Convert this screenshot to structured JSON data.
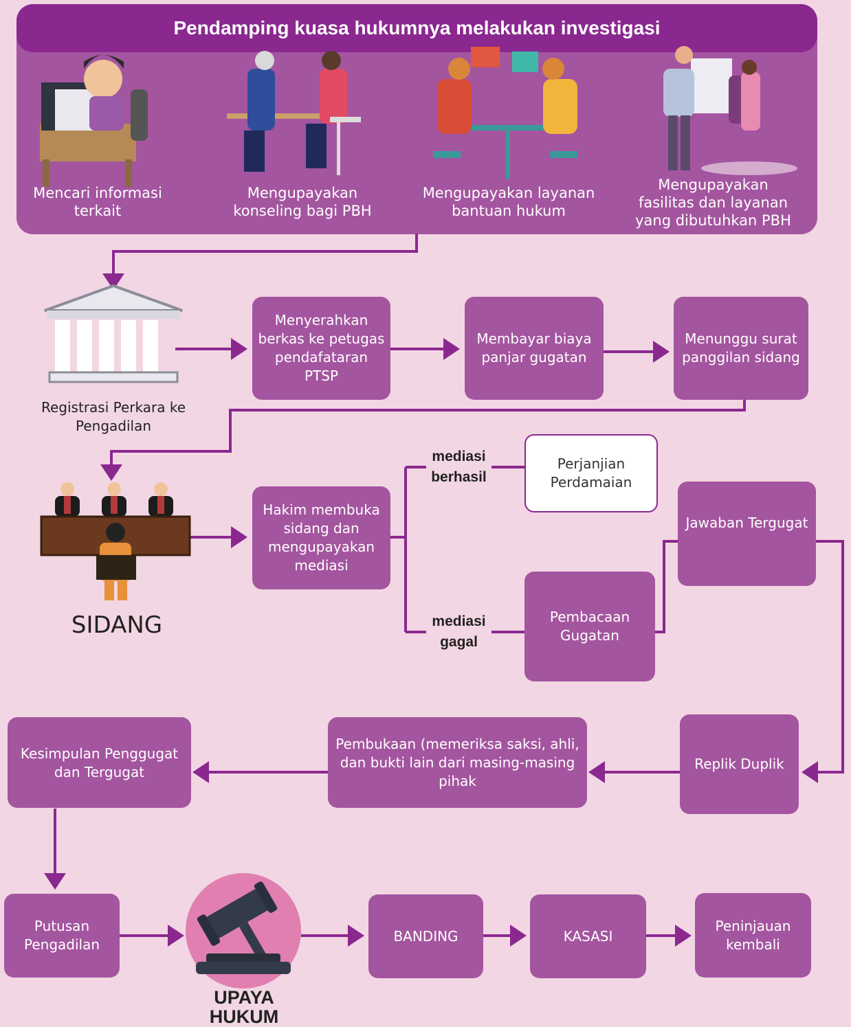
{
  "header": {
    "title": "Pendamping kuasa hukumnya melakukan investigasi"
  },
  "investigation": [
    {
      "label": "Mencari informasi terkait"
    },
    {
      "label": "Mengupayakan konseling bagi PBH"
    },
    {
      "label": "Mengupayakan layanan bantuan hukum"
    },
    {
      "label": "Mengupayakan fasilitas dan layanan yang dibutuhkan PBH"
    }
  ],
  "registration": {
    "label": "Registrasi Perkara ke Pengadilan",
    "steps": [
      "Menyerahkan berkas ke petugas pendafataran PTSP",
      "Membayar biaya panjar gugatan",
      "Menunggu surat panggilan sidang"
    ]
  },
  "trial": {
    "label": "SIDANG",
    "opening": "Hakim membuka sidang dan mengupayakan mediasi",
    "success_label": "mediasi berhasil",
    "success_result": "Perjanjian Perdamaian",
    "fail_label": "mediasi gagal",
    "reading": "Pembacaan Gugatan",
    "answer": "Jawaban Tergugat",
    "replik": "Replik Duplik",
    "evidence": "Pembukaan (memeriksa saksi, ahli, dan bukti lain dari masing-masing pihak",
    "conclusion": "Kesimpulan Penggugat dan Tergugat"
  },
  "appeal": {
    "verdict": "Putusan Pengadilan",
    "label": "UPAYA HUKUM",
    "steps": [
      "BANDING",
      "KASASI",
      "Peninjauan kembali"
    ]
  },
  "colors": {
    "background": "#f2d6e3",
    "box": "#a4559f",
    "header": "#8a2890",
    "line": "#8a2890",
    "circle": "#e07fb0"
  }
}
